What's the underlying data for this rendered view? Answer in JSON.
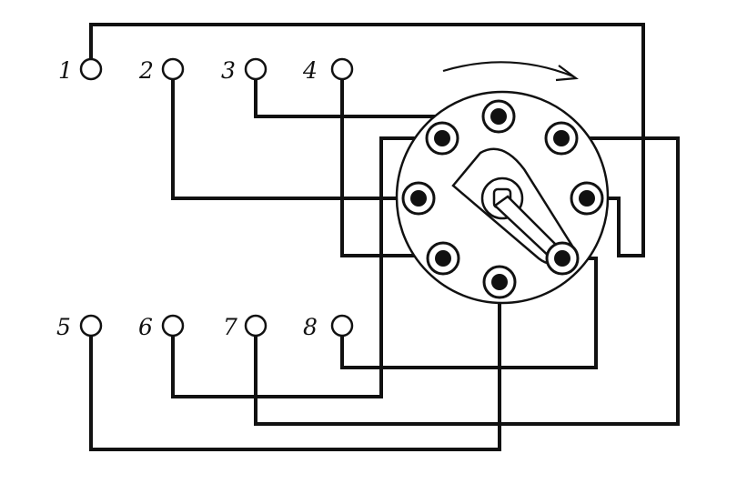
{
  "diagram": {
    "type": "ignition-firing-order-wiring",
    "terminals": [
      {
        "id": "1",
        "label": "1"
      },
      {
        "id": "2",
        "label": "2"
      },
      {
        "id": "3",
        "label": "3"
      },
      {
        "id": "4",
        "label": "4"
      },
      {
        "id": "5",
        "label": "5"
      },
      {
        "id": "6",
        "label": "6"
      },
      {
        "id": "7",
        "label": "7"
      },
      {
        "id": "8",
        "label": "8"
      }
    ],
    "distributor": {
      "rotation": "clockwise",
      "contact_count": 8
    },
    "connections": [
      {
        "terminal": "1",
        "contact": "right"
      },
      {
        "terminal": "2",
        "contact": "left"
      },
      {
        "terminal": "3",
        "contact": "top"
      },
      {
        "terminal": "4",
        "contact": "lower-left"
      },
      {
        "terminal": "5",
        "contact": "bottom"
      },
      {
        "terminal": "6",
        "contact": "upper-left"
      },
      {
        "terminal": "7",
        "contact": "upper-right"
      },
      {
        "terminal": "8",
        "contact": "lower-right"
      }
    ],
    "colors": {
      "ink": "#111111",
      "paper": "#ffffff"
    }
  }
}
